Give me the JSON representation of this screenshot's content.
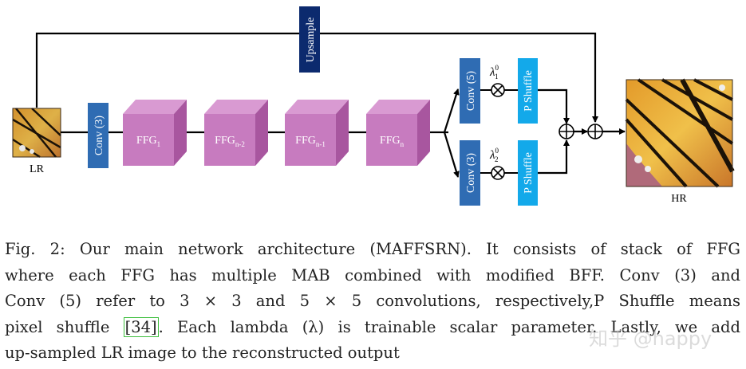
{
  "diagram": {
    "upsample_label": "Upsample",
    "conv3_label": "Conv (3)",
    "conv5_label": "Conv (5)",
    "conv3b_label": "Conv (3)",
    "pshuffle_top_label": "P Shuffle",
    "pshuffle_bottom_label": "P Shuffle",
    "ffg_blocks": [
      {
        "base": "FFG",
        "sub": "1"
      },
      {
        "base": "FFG",
        "sub": "n-2"
      },
      {
        "base": "FFG",
        "sub": "n-1"
      },
      {
        "base": "FFG",
        "sub": "n"
      }
    ],
    "lambda_top": {
      "symbol": "λ",
      "sup": "0",
      "sub": "1"
    },
    "lambda_bottom": {
      "symbol": "λ",
      "sup": "0",
      "sub": "2"
    },
    "lr_label": "LR",
    "hr_label": "HR",
    "colors": {
      "upsample_box": "#0c2a6e",
      "conv_box": "#2f6cb3",
      "pshuffle_box": "#13a9ea",
      "ffg_front": "#c77bbf",
      "ffg_top": "#d99ad2",
      "ffg_side": "#a8569f"
    }
  },
  "caption": {
    "line1": "Fig. 2: Our main network architecture (MAFFSRN). It consists of stack of FFG",
    "line2": "where each FFG has multiple MAB combined with modified BFF. Conv (3) and",
    "line3": "Conv (5) refer to 3 × 3 and 5 × 5 convolutions, respectively,P Shuffle means",
    "line4_pre": "pixel shuffle ",
    "line4_cite": "[34]",
    "line4_post": ". Each lambda (λ) is trainable scalar parameter. Lastly, we add",
    "line5": "up-sampled LR image to the reconstructed output"
  },
  "watermark": "知乎 @happy"
}
